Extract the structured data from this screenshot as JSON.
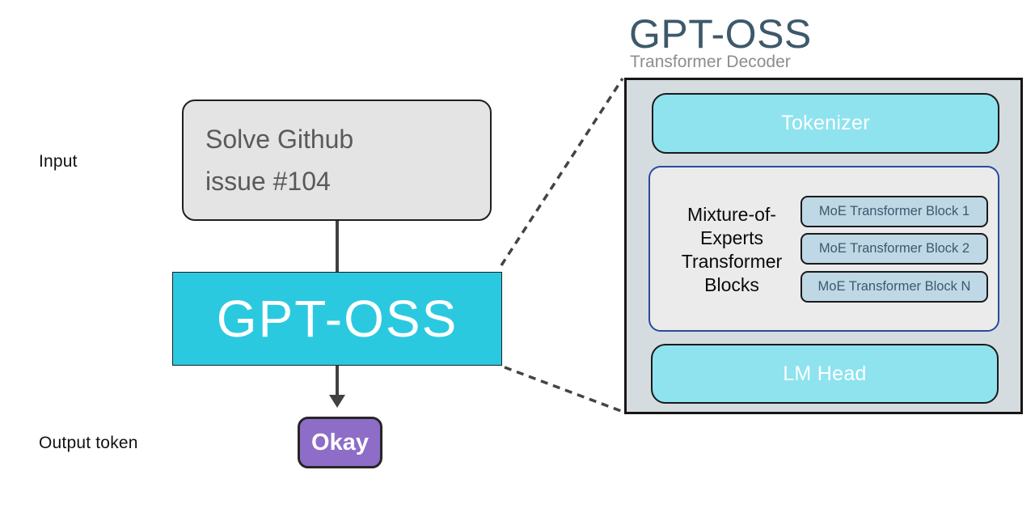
{
  "colors": {
    "cyan": "#2bc9e0",
    "light_cyan": "#8ee3ef",
    "purple": "#8e6dc8",
    "panel_gray": "#d5dcdf",
    "moe_panel_gray": "#ebebeb",
    "moe_block_blue": "#bfd8e5",
    "moe_border_blue": "#2a4a9d",
    "title_slate": "#3d596b",
    "arrow_gray": "#414141"
  },
  "pipeline": {
    "input_label": "Input",
    "prompt_lines": [
      "Solve Github",
      "issue #104"
    ],
    "model_name": "GPT-OSS",
    "output_label": "Output token",
    "output_token": "Okay"
  },
  "decoder": {
    "title": "GPT-OSS",
    "subtitle": "Transformer Decoder",
    "tokenizer": "Tokenizer",
    "moe_label_lines": [
      "Mixture-of-",
      "Experts",
      "Transformer",
      "Blocks"
    ],
    "moe_blocks": [
      "MoE Transformer Block 1",
      "MoE Transformer Block 2",
      "MoE Transformer Block N"
    ],
    "lm_head": "LM Head"
  }
}
